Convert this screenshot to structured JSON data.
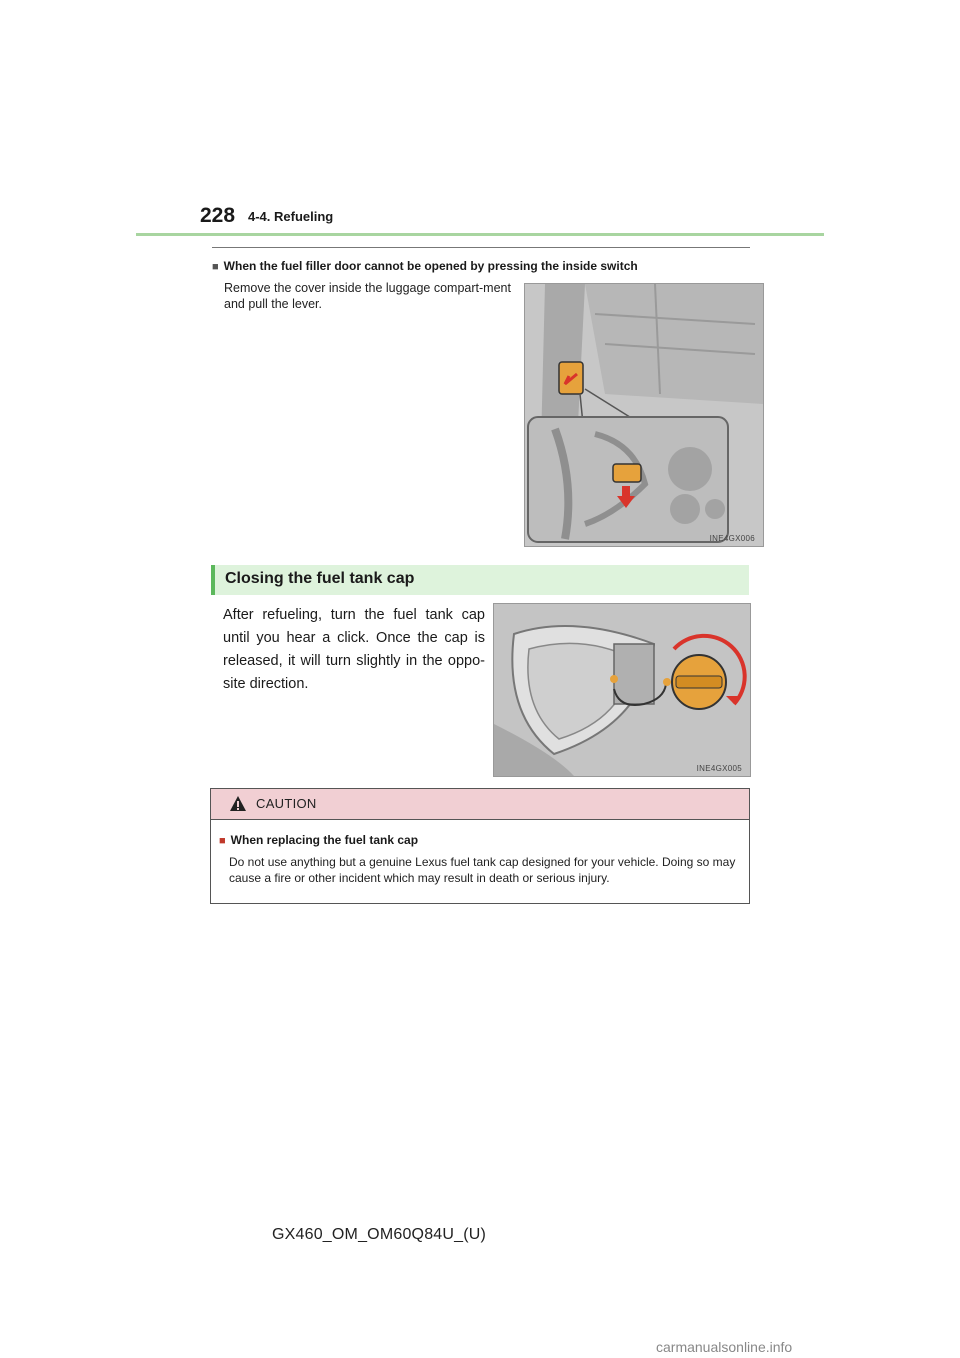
{
  "header": {
    "page_number": "228",
    "section": "4-4. Refueling"
  },
  "fuel_door_section": {
    "heading_marker": "■",
    "heading": "When the fuel filler door cannot be opened by pressing the inside switch",
    "body": "Remove the cover inside the luggage compart-ment and pull the lever.",
    "figure_code": "INE4GX006"
  },
  "closing_section": {
    "title": "Closing the fuel tank cap",
    "body": "After refueling, turn the fuel tank cap until you hear a click. Once the cap is released, it will turn slightly in the oppo-site direction.",
    "figure_code": "INE4GX005"
  },
  "caution": {
    "title": "CAUTION",
    "heading_marker": "■",
    "heading": "When replacing the fuel tank cap",
    "body": "Do not use anything but a genuine Lexus fuel tank cap designed for your vehicle. Doing so may cause a fire or other incident which may result in death or serious injury."
  },
  "footer": {
    "doc_code": "GX460_OM_OM60Q84U_(U)"
  },
  "watermark": "carmanualsonline.info",
  "colors": {
    "accent_green": "#5cb85c",
    "section_bg": "#def3dc",
    "caution_bg": "#f1cfd3",
    "highlight_orange": "#e6a23c",
    "arrow_red": "#d9342b"
  }
}
